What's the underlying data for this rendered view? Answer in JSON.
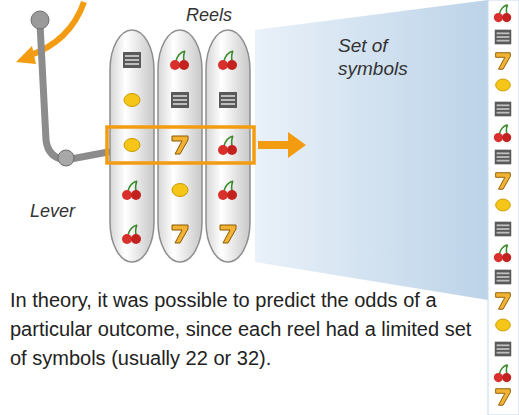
{
  "diagram": {
    "labels": [
      "Reels",
      "Set of symbols",
      "Lever",
      "In theory, it was possible to predict the odds of a particular outcome, since each reel had a limited set of symbols (usually 22 or 32)."
    ]
  }
}
